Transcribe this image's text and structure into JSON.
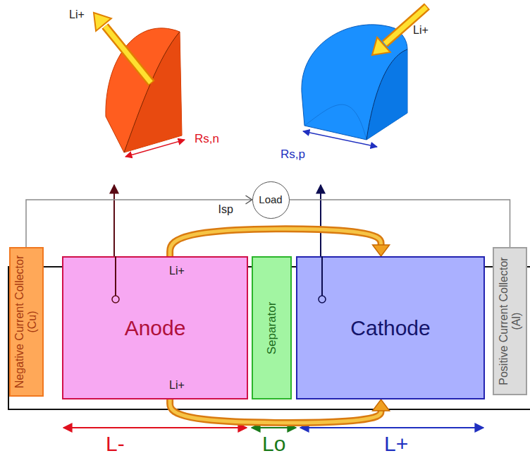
{
  "diagram": {
    "nodes": [
      {
        "text": [
          "Load"
        ]
      },
      {
        "text": [
          "Negative Current Collector (Cu)"
        ]
      },
      {
        "text": [
          "Li+",
          "Anode",
          "Li+"
        ]
      },
      {
        "text": [
          "Separator"
        ]
      },
      {
        "text": [
          "Cathode"
        ]
      },
      {
        "text": [
          "Positive Current Collector (Al)"
        ]
      }
    ],
    "edges": [
      {
        "from": 1,
        "to": 0,
        "label": "Isp",
        "arrow": "to"
      },
      {
        "from": 0,
        "to": 5,
        "arrow": "none"
      },
      {
        "from": 2,
        "to": 4,
        "arrow": "to"
      },
      {
        "from": 2,
        "to": 4,
        "arrow": "to"
      }
    ],
    "labels": [
      "Li+",
      "Rs,n",
      "Li+",
      "Rs,p",
      "L-",
      "Lo",
      "L+"
    ]
  }
}
